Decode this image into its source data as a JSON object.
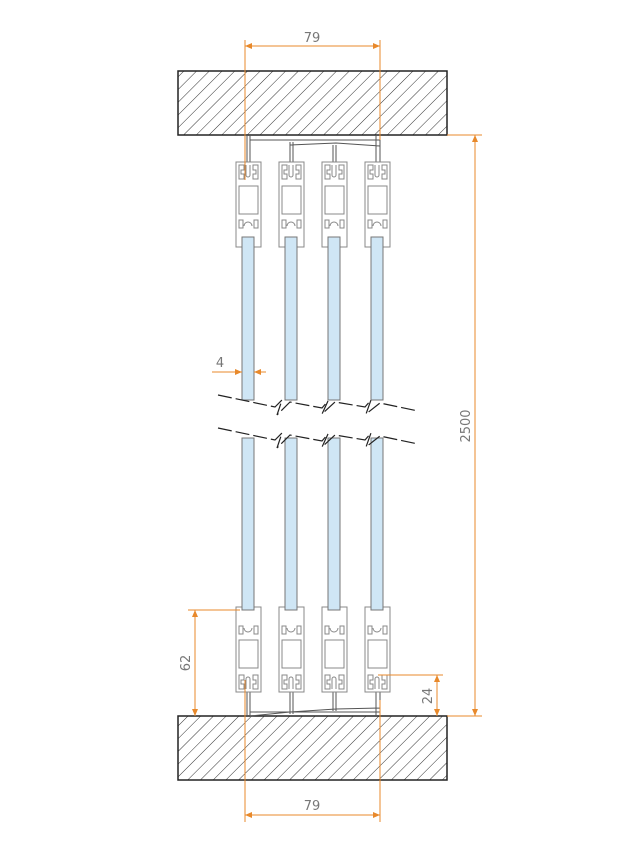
{
  "drawing": {
    "dimensions": {
      "top_width": "79",
      "bottom_width": "79",
      "total_height": "2500",
      "glass_thickness": "4",
      "bottom_profile_height": "62",
      "bottom_track_height": "24"
    },
    "panel_count": 4,
    "colors": {
      "dimension": "#e8892b",
      "glass": "#cfe6f5",
      "outline": "#555555",
      "profile": "#8a8a8a"
    }
  }
}
